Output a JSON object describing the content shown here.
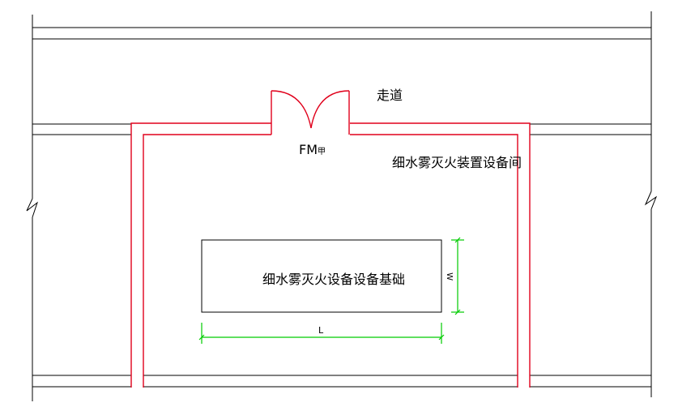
{
  "labels": {
    "corridor": "走道",
    "door_code_main": "FM",
    "door_code_sub": "甲",
    "room_name": "细水雾灭火装置设备间",
    "equipment_base": "细水雾灭火设备设备基础",
    "dim_length": "L",
    "dim_width": "W"
  },
  "colors": {
    "wall_lines": "#000000",
    "room_outline": "#e0001b",
    "dimension": "#00cc00"
  }
}
